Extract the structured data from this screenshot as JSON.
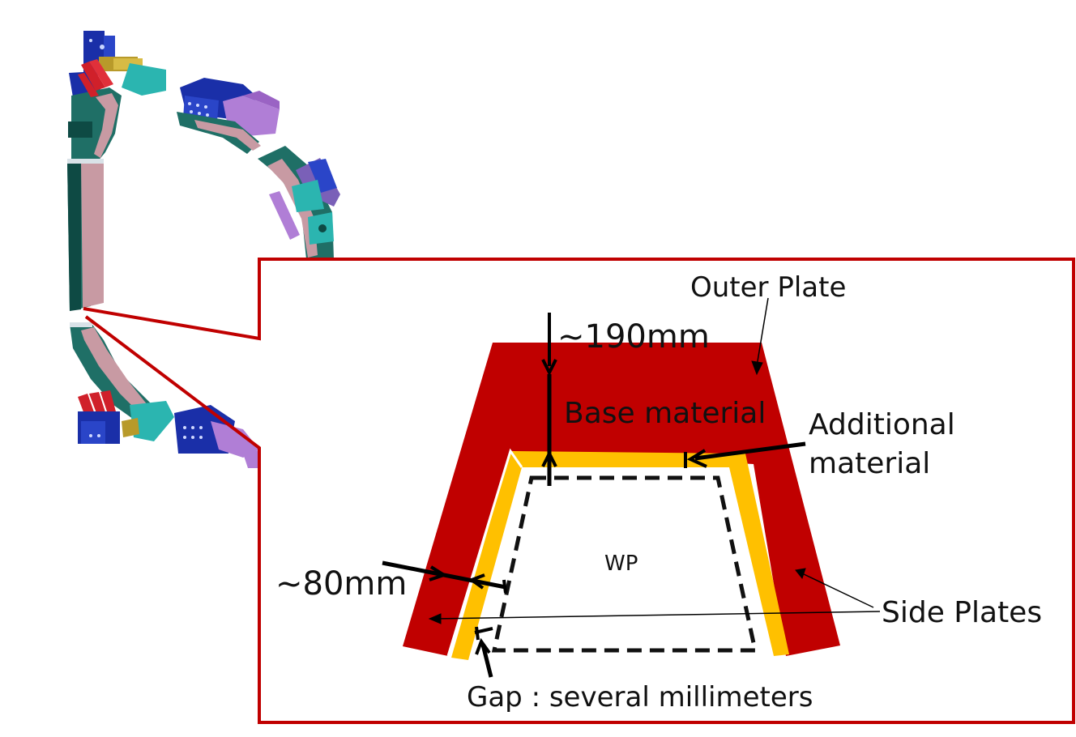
{
  "labels": {
    "outer_plate": "Outer Plate",
    "thickness_190": "~190mm",
    "base_material": "Base material",
    "additional_material_line1": "Additional",
    "additional_material_line2": "material",
    "wp": "WP",
    "thickness_80": "~80mm",
    "side_plates": "Side Plates",
    "gap": "Gap : several millimeters"
  },
  "colors": {
    "frame": "#c00000",
    "base_material": "#c00000",
    "additional_material": "#ffc000",
    "wp_fill": "#ffffff",
    "coil_teal": "#1f6f66",
    "coil_pink": "#c89aa3",
    "coil_blue": "#1a2fa8",
    "coil_purple": "#b07ed6",
    "coil_cyan": "#2bb5b0",
    "coil_gold": "#b89a2a",
    "coil_red_strap": "#d0202a"
  }
}
